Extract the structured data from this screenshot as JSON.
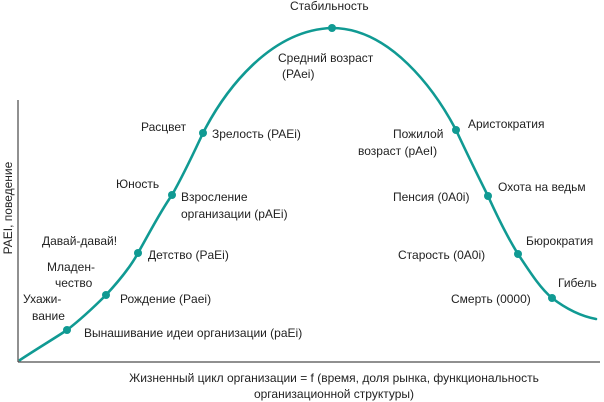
{
  "y_axis_label": "PAEI, поведение",
  "x_axis_label_line1": "Жизненный цикл организации = f (время, доля рынка, функциональность",
  "x_axis_label_line2": "организационной структуры)",
  "colors": {
    "curve": "#109a93",
    "axis": "#222222",
    "text": "#222222"
  },
  "stages": {
    "stability": "Стабильность",
    "middle_age_1": "Средний возраст",
    "middle_age_2": "(PAei)",
    "prime": "Расцвет",
    "maturity": "Зрелость (PAEi)",
    "elderly_1": "Пожилой",
    "elderly_2": "возраст (pAeI)",
    "aristocracy": "Аристократия",
    "youth": "Юность",
    "growing_up_1": "Взросление",
    "growing_up_2": "организации (pAEi)",
    "pension": "Пенсия (0A0i)",
    "witch_hunt": "Охота на ведьм",
    "go_go": "Давай-давай!",
    "childhood": "Детство (PaEi)",
    "old_age": "Старость (0A0i)",
    "bureaucracy": "Бюрократия",
    "infancy_1": "Младен-",
    "infancy_2": "чество",
    "birth": "Рождение (Paei)",
    "death": "Смерть (0000)",
    "demise": "Гибель",
    "courtship_1": "Ухажи-",
    "courtship_2": "вание",
    "gestation": "Вынашивание идеи организации (paEi)"
  }
}
